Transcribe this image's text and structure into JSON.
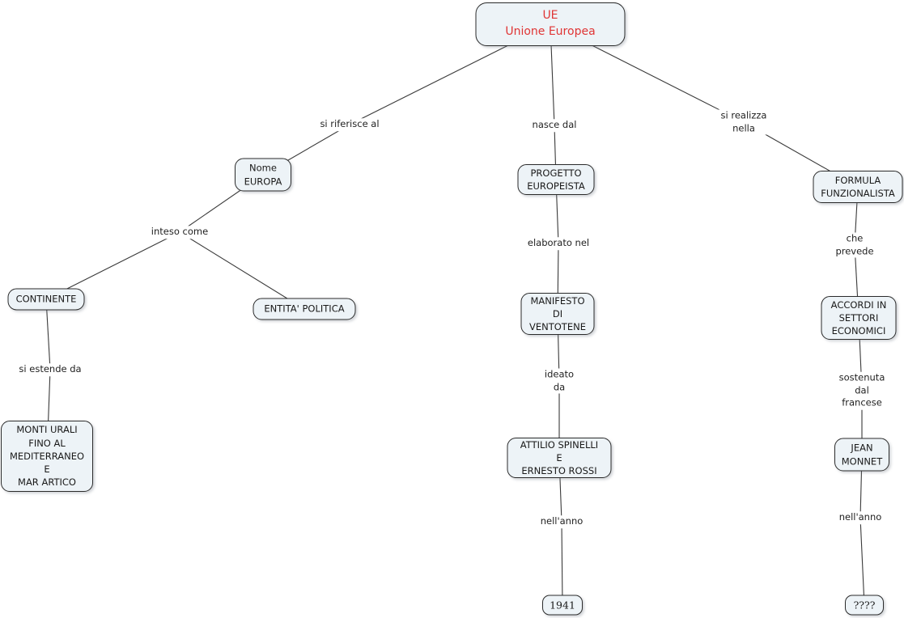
{
  "diagram": {
    "type": "concept-map",
    "language": "it",
    "root_color": "#e03535",
    "node_fill": "#edf3f7",
    "node_border": "#2b2b2b",
    "line_color": "#3a3a3a",
    "background": "#ffffff"
  },
  "nodes": {
    "ue": {
      "label": "UE\nUnione Europea"
    },
    "nome_europa": {
      "label": "Nome\nEUROPA"
    },
    "progetto_europeista": {
      "label": "PROGETTO\nEUROPEISTA"
    },
    "formula_funzionalista": {
      "label": "FORMULA\nFUNZIONALISTA"
    },
    "continente": {
      "label": "CONTINENTE"
    },
    "entita_politica": {
      "label": "ENTITA' POLITICA"
    },
    "monti_urali": {
      "label": "MONTI URALI\nFINO AL\nMEDITERRANEO\nE\nMAR ARTICO"
    },
    "manifesto_ventotene": {
      "label": "MANIFESTO\nDI\nVENTOTENE"
    },
    "accordi_settori": {
      "label": "ACCORDI IN\nSETTORI\nECONOMICI"
    },
    "attilio_spinelli": {
      "label": "ATTILIO SPINELLI\nE\nERNESTO ROSSI"
    },
    "jean_monnet": {
      "label": "JEAN\nMONNET"
    },
    "anno_1941": {
      "label": "1941"
    },
    "anno_sconosciuto": {
      "label": "????"
    }
  },
  "links": {
    "si_riferisce_al": {
      "label": "si riferisce al"
    },
    "nasce_dal": {
      "label": "nasce dal"
    },
    "si_realizza_nella": {
      "label": "si realizza\nnella"
    },
    "inteso_come": {
      "label": "inteso come"
    },
    "elaborato_nel": {
      "label": "elaborato nel"
    },
    "che_prevede": {
      "label": "che prevede"
    },
    "si_estende_da": {
      "label": "si estende da"
    },
    "ideato_da": {
      "label": "ideato\nda"
    },
    "sostenuta_dal_francese": {
      "label": "sostenuta\ndal\nfrancese"
    },
    "nell_anno_spinelli": {
      "label": "nell'anno"
    },
    "nell_anno_monnet": {
      "label": "nell'anno"
    }
  }
}
